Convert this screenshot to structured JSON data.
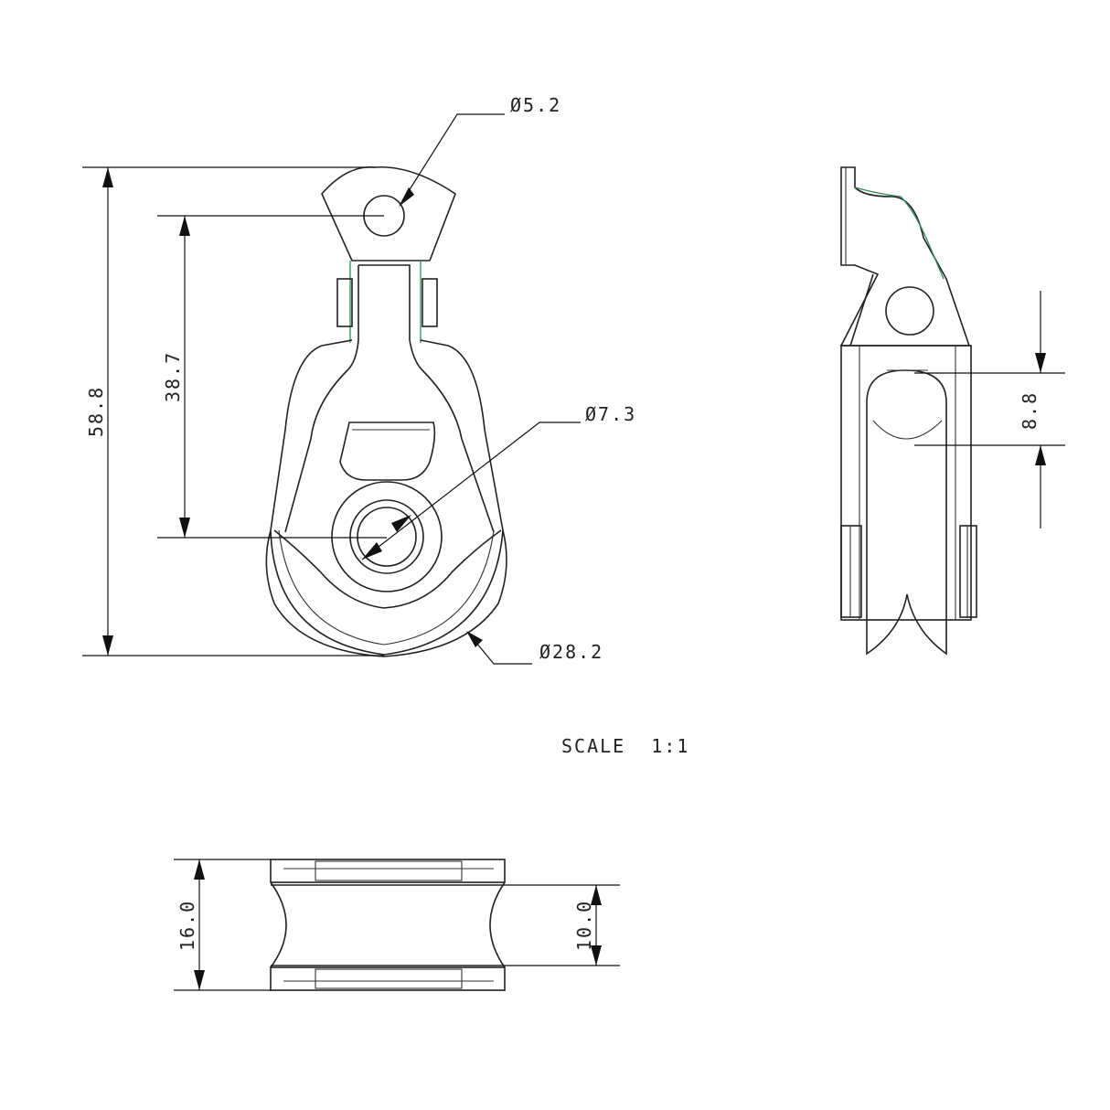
{
  "drawing": {
    "front_view": {
      "dim_overall_height": "58.8",
      "dim_center_distance": "38.7",
      "dim_top_hole": "Ø5.2",
      "dim_axle_hole": "Ø7.3",
      "dim_sheave_diameter": "Ø28.2"
    },
    "side_view": {
      "dim_groove": "8.8"
    },
    "bottom_view": {
      "dim_width": "16.0",
      "dim_groove_width": "10.0"
    },
    "scale_label": "SCALE  1:1"
  }
}
